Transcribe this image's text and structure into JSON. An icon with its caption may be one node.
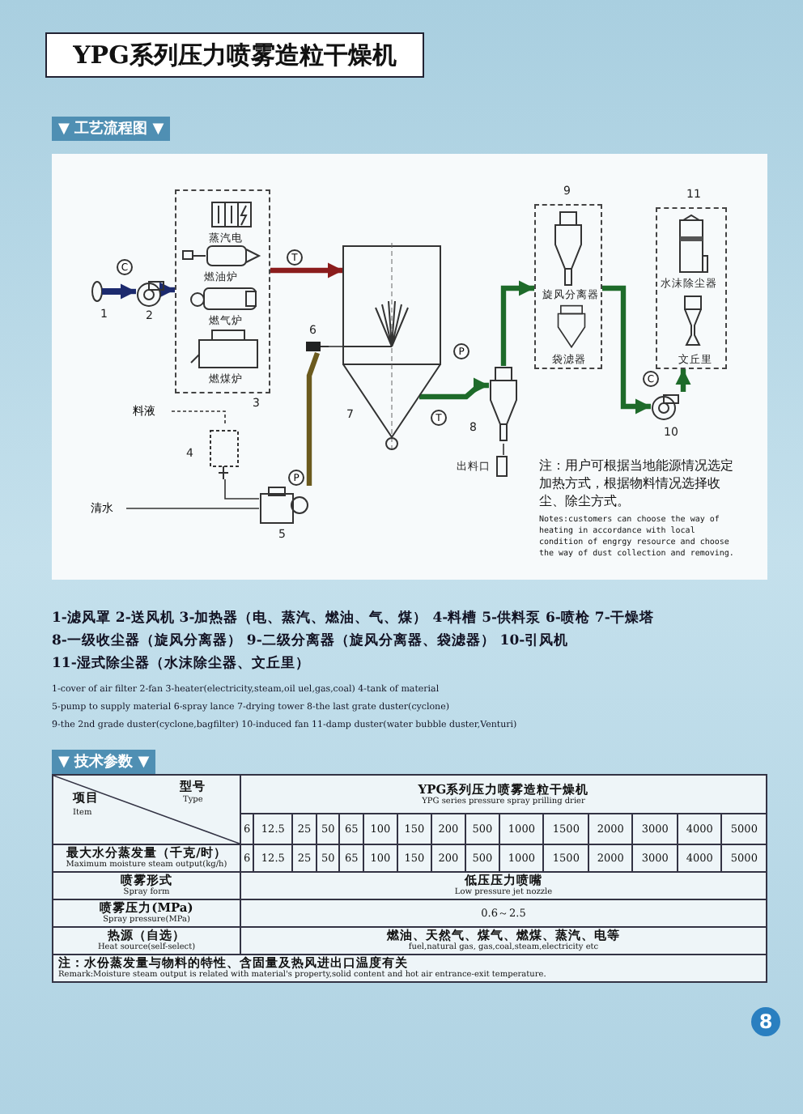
{
  "diagram": {
    "title": "YPG系列压力喷雾造粒干燥机",
    "nodes": [
      {
        "text": [
          "1"
        ]
      },
      {
        "text": [
          "2"
        ]
      },
      {
        "text": [
          "3"
        ]
      },
      {
        "text": [
          "蒸汽电"
        ],
        "in": 2
      },
      {
        "text": [
          "燃油炉"
        ],
        "in": 2
      },
      {
        "text": [
          "燃气炉"
        ],
        "in": 2
      },
      {
        "text": [
          "燃煤炉"
        ],
        "in": 2
      },
      {
        "text": [
          "T"
        ]
      },
      {
        "text": [
          "7"
        ]
      },
      {
        "text": [
          "P"
        ]
      },
      {
        "text": [
          "6"
        ]
      },
      {
        "text": [
          "4"
        ]
      },
      {
        "text": [
          "料液"
        ]
      },
      {
        "text": [
          "清水"
        ]
      },
      {
        "text": [
          "5"
        ]
      },
      {
        "text": [
          "P"
        ]
      },
      {
        "text": [
          "T"
        ]
      },
      {
        "text": [
          "8"
        ]
      },
      {
        "text": [
          "出料口"
        ]
      },
      {
        "text": [
          "9"
        ]
      },
      {
        "text": [
          "旋风分离器"
        ],
        "in": 19
      },
      {
        "text": [
          "袋滤器"
        ],
        "in": 19
      },
      {
        "text": [
          "C"
        ]
      },
      {
        "text": [
          "10"
        ]
      },
      {
        "text": [
          "C"
        ]
      },
      {
        "text": [
          "11"
        ]
      },
      {
        "text": [
          "水沫除尘器"
        ],
        "in": 25
      },
      {
        "text": [
          "文丘里"
        ],
        "in": 25
      }
    ],
    "edges": [
      {
        "from": 0,
        "to": 1,
        "arrow": "to",
        "color": "#1c2a6e"
      },
      {
        "from": 1,
        "to": 2,
        "arrow": "to",
        "color": "#1c2a6e"
      },
      {
        "from": 2,
        "to": 8,
        "arrow": "to",
        "color": "#8b1c1c"
      },
      {
        "from": 14,
        "to": 10,
        "arrow": "none",
        "color": "#6b5a1e"
      },
      {
        "from": 10,
        "to": 8,
        "arrow": "none"
      },
      {
        "from": 12,
        "to": 11,
        "arrow": "none",
        "style": "dashed"
      },
      {
        "from": 11,
        "to": 14,
        "arrow": "none"
      },
      {
        "from": 13,
        "to": 14,
        "arrow": "none"
      },
      {
        "from": 8,
        "to": 17,
        "arrow": "to",
        "color": "#1e6b2a"
      },
      {
        "from": 17,
        "to": 18,
        "arrow": "none"
      },
      {
        "from": 17,
        "to": 19,
        "arrow": "to",
        "color": "#1e6b2a"
      },
      {
        "from": 19,
        "to": 23,
        "arrow": "to",
        "color": "#1e6b2a"
      },
      {
        "from": 23,
        "to": 25,
        "arrow": "to",
        "color": "#1e6b2a"
      }
    ],
    "labels": [
      "▼ 工艺流程图 ▼",
      "注：用户可根据当地能源情况选定加热方式，根据物料情况选择收尘、除尘方式。",
      "Notes:customers can choose the way of heating in accordance with local condition of engrgy resource and choose the way of dust collection and removing.",
      "1-滤风罩 2-送风机 3-加热器（电、蒸汽、燃油、气、煤） 4-料槽 5-供料泵 6-喷枪 7-干燥塔",
      "8-一级收尘器（旋风分离器） 9-二级分离器（旋风分离器、袋滤器） 10-引风机",
      "11-湿式除尘器（水沫除尘器、文丘里）",
      "1-cover of air filter 2-fan 3-heater(electricity,steam,oil uel,gas,coal) 4-tank of material",
      "5-pump to supply material 6-spray lance 7-drying tower 8-the last grate duster(cyclone)",
      "9-the 2nd grade duster(cyclone,bagfilter) 10-induced fan 11-damp duster(water bubble duster,Venturi)",
      "▼ 技术参数 ▼",
      "型号",
      "Type",
      "项目",
      "Item",
      "YPG系列压力喷雾造粒干燥机",
      "YPG series pressure spray prilling drier",
      "6",
      "12.5",
      "25",
      "50",
      "65",
      "100",
      "150",
      "200",
      "500",
      "1000",
      "1500",
      "2000",
      "3000",
      "4000",
      "5000",
      "最大水分蒸发量（千克/时）",
      "Maximum moisture steam output(kg/h)",
      "6",
      "12.5",
      "25",
      "50",
      "65",
      "100",
      "150",
      "200",
      "500",
      "1000",
      "1500",
      "2000",
      "3000",
      "4000",
      "5000",
      "喷雾形式",
      "Spray form",
      "低压压力喷嘴",
      "Low pressure jet nozzle",
      "喷雾压力(MPa)",
      "Spray pressure(MPa)",
      "0.6～2.5",
      "热源（自选）",
      "Heat source(self-select)",
      "燃油、天然气、煤气、燃煤、蒸汽、电等",
      "fuel,natural gas, gas,coal,steam,electricity etc",
      "注：水份蒸发量与物料的特性、含固量及热风进出口温度有关",
      "Remark:Moisture steam output is related with material's property,solid content and hot air entrance-exit temperature.",
      "8"
    ]
  }
}
